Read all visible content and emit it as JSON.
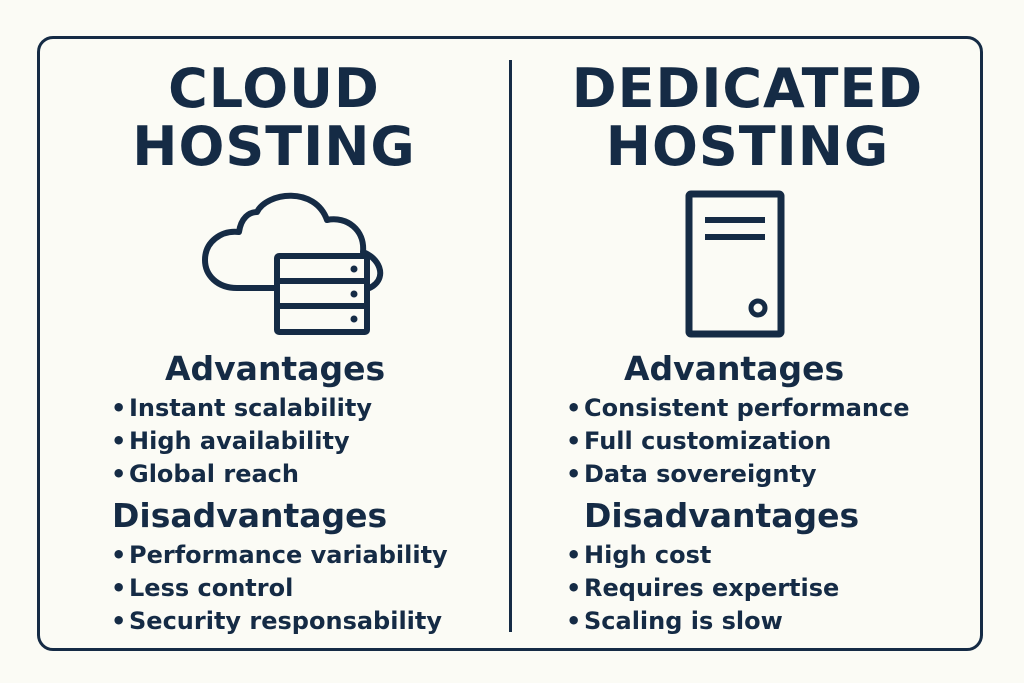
{
  "colors": {
    "ink": "#152b45",
    "background": "#fbfbf5"
  },
  "left": {
    "title_line1": "CLOUD",
    "title_line2": "HOSTING",
    "icon": "cloud-server-icon",
    "advantages_heading": "Advantages",
    "advantages": [
      "Instant scalability",
      "High availability",
      "Global reach"
    ],
    "disadvantages_heading": "Disadvantages",
    "disadvantages": [
      "Performance variability",
      "Less control",
      "Security responsability"
    ]
  },
  "right": {
    "title_line1": "DEDICATED",
    "title_line2": "HOSTING",
    "icon": "server-tower-icon",
    "advantages_heading": "Advantages",
    "advantages": [
      "Consistent performance",
      "Full customization",
      "Data sovereignty"
    ],
    "disadvantages_heading": "Disadvantages",
    "disadvantages": [
      "High cost",
      "Requires expertise",
      "Scaling is slow"
    ]
  }
}
